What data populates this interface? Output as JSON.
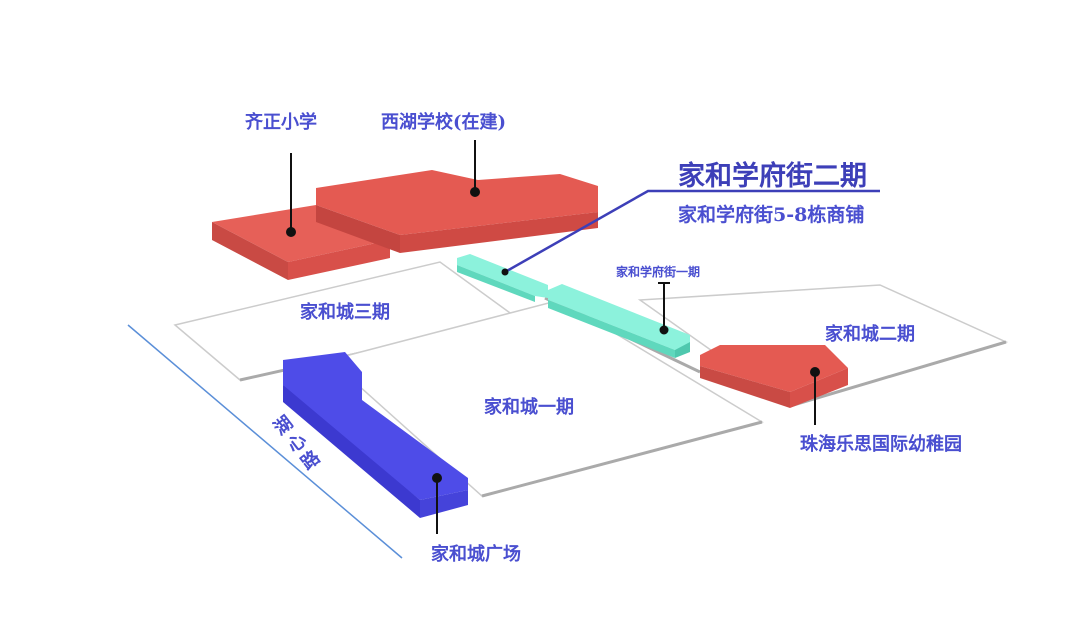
{
  "labels": {
    "qizheng": "齐正小学",
    "xihu": "西湖学校(在建)",
    "xuefu2": "家和学府街二期",
    "xuefu2_sub": "家和学府街5-8栋商铺",
    "xuefu1": "家和学府街一期",
    "phase3": "家和城三期",
    "phase2": "家和城二期",
    "phase1": "家和城一期",
    "kindergarten": "珠海乐思国际幼稚园",
    "plaza": "家和城广场",
    "road": "湖心路"
  },
  "colors": {
    "school": "#e0544b",
    "plaza": "#4a48e0",
    "street": "#7ff0d6",
    "label": "#4a4fd0"
  }
}
